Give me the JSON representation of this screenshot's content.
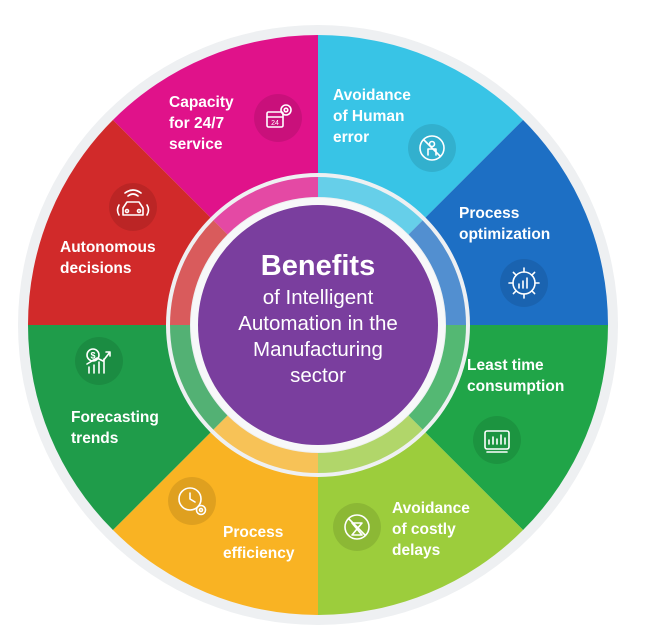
{
  "diagram": {
    "center": {
      "title": "Benefits",
      "lines": [
        "of Intelligent",
        "Automation in the",
        "Manufacturing",
        "sector"
      ]
    },
    "segments": [
      {
        "id": "capacity",
        "color": "#e0128a",
        "icon": "calendar-gear-icon",
        "label_lines": [
          "Capacity",
          "for 24/7",
          "service"
        ]
      },
      {
        "id": "human-error",
        "color": "#38c4e6",
        "icon": "no-person-icon",
        "label_lines": [
          "Avoidance",
          "of Human",
          "error"
        ]
      },
      {
        "id": "optimization",
        "color": "#1d6fc4",
        "icon": "gear-chart-icon",
        "label_lines": [
          "Process",
          "optimization"
        ]
      },
      {
        "id": "time",
        "color": "#20a548",
        "icon": "dashboard-icon",
        "label_lines": [
          "Least time",
          "consumption"
        ]
      },
      {
        "id": "delays",
        "color": "#9ccd3c",
        "icon": "no-delay-icon",
        "label_lines": [
          "Avoidance",
          "of costly",
          "delays"
        ]
      },
      {
        "id": "efficiency",
        "color": "#f9b323",
        "icon": "clock-gear-icon",
        "label_lines": [
          "Process",
          "efficiency"
        ]
      },
      {
        "id": "forecasting",
        "color": "#1f9c4a",
        "icon": "dollar-growth-icon",
        "label_lines": [
          "Forecasting",
          "trends"
        ]
      },
      {
        "id": "autonomous",
        "color": "#d12a2a",
        "icon": "autonomous-car-icon",
        "label_lines": [
          "Autonomous",
          "decisions"
        ]
      }
    ],
    "inner_ring_colors": [
      "#e0128a",
      "#38c4e6",
      "#1d6fc4",
      "#20a548",
      "#9ccd3c",
      "#f9b323",
      "#1f9c4a",
      "#d12a2a"
    ],
    "center_color": "#7a3e9e"
  }
}
